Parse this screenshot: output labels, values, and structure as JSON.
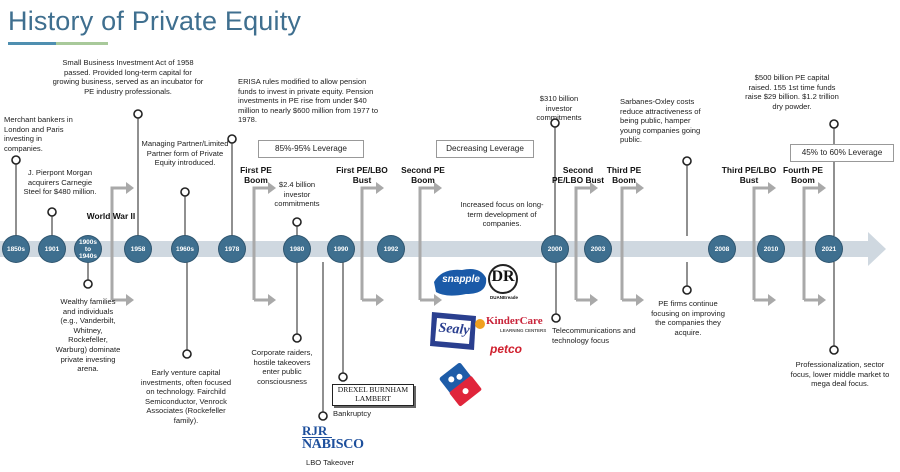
{
  "title": "History of Private Equity",
  "colors": {
    "node": "#3e6f8f",
    "arrow": "#cdd6de",
    "title": "#3f6f8f",
    "bracket": "#a9a9a9"
  },
  "years": [
    "1850s",
    "1901",
    "1900s to 1940s",
    "1958",
    "1960s",
    "1978",
    "1980",
    "1990",
    "1992",
    "2000",
    "2003",
    "2008",
    "2010",
    "2021"
  ],
  "notes": {
    "n1850s": "Merchant bankers in London and Paris investing in companies.",
    "n1901": "J. Pierpont Morgan acquirers Carnegie Steel for $480 million.",
    "n1958": "Small Business Investment Act of 1958 passed. Provided long-term capital for growing business, served as an incubator for PE industry professionals.",
    "n1960s": "Managing Partner/Limited Partner form of Private Equity introduced.",
    "n1978": "ERISA rules modified to allow pension funds to invest in private equity. Pension investments in PE rise from under $40 million to nearly $600 million from 1977 to 1978.",
    "n1980": "$2.4 billion investor commitments",
    "n1992": "Increased focus on long-term development of companies.",
    "n2000": "$310 billion investor commitments",
    "n2003": "Sarbanes-Oxley costs reduce attractiveness of being public, hamper young companies going public.",
    "n2021": "$500 billion PE capital raised. 155 1st time funds raise $29 billion. $1.2 trillion dry powder.",
    "b1900s": "Wealthy families and individuals (e.g., Vanderbilt, Whitney, Rockefeller, Warburg) dominate private investing arena.",
    "b1960s": "Early venture capital investments, often focused on technology. Fairchild Semiconductor, Venrock Associates (Rockefeller family).",
    "b1980": "Corporate raiders, hostile takeovers enter public consciousness",
    "b1990a": "Bankruptcy",
    "b1990b": "LBO Takeover",
    "b2000": "Telecommunications and technology focus",
    "b2008": "PE firms continue focusing on improving the companies they acquire.",
    "b2021": "Professionalization, sector focus, lower middle market to mega deal focus."
  },
  "eras": {
    "ww2": "World War II",
    "firstBoom": "First PE Boom",
    "firstBust": "First PE/LBO Bust",
    "secondBoom": "Second PE Boom",
    "secondBust": "Second PE/LBO Bust",
    "thirdBoom": "Third PE Boom",
    "thirdBust": "Third PE/LBO Bust",
    "fourthBoom": "Fourth PE Boom"
  },
  "leverage": [
    "85%-95% Leverage",
    "Decreasing Leverage",
    "45% to 60% Leverage"
  ],
  "logos": {
    "snapple": "snapple",
    "dr": "DR",
    "duane": "DUANEreade",
    "sealy": "Sealy",
    "kindercare": "KinderCare",
    "kinder_sub": "LEARNING CENTERS",
    "petco": "petco",
    "drexel1": "DREXEL BURNHAM",
    "drexel2": "LAMBERT",
    "rjr1": "RJR",
    "rjr2": "NABISCO"
  }
}
